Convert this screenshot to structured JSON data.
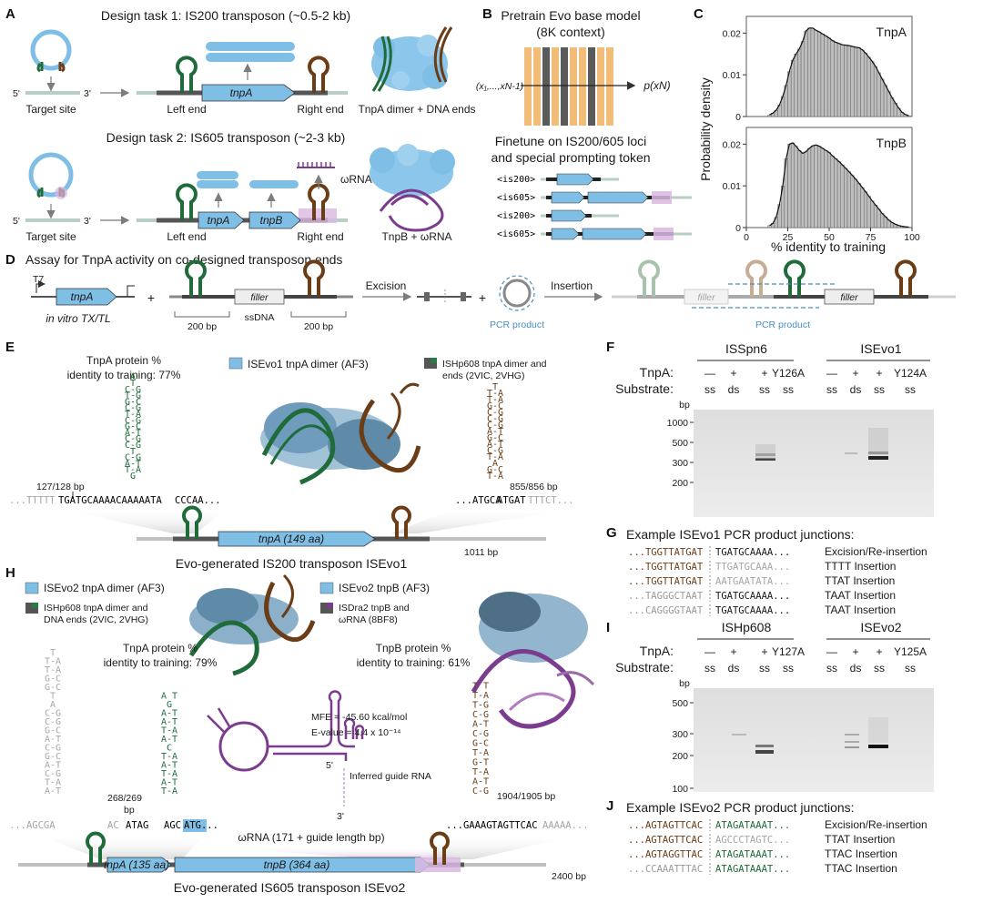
{
  "panels": {
    "a": "A",
    "b": "B",
    "c": "C",
    "d": "D",
    "e": "E",
    "f": "F",
    "g": "G",
    "h": "H",
    "i": "I",
    "j": "J"
  },
  "panel_a": {
    "task1_title": "Design task 1: IS200 transposon (~0.5-2 kb)",
    "task2_title": "Design task 2: IS605 transposon (~2-3 kb)",
    "five_prime": "5'",
    "three_prime": "3'",
    "target_site": "Target site",
    "left_end": "Left end",
    "right_end": "Right end",
    "tnpA": "tnpA",
    "tnpB": "tnpB",
    "omega_rna": "ωRNA",
    "tnpA_dimer_caption": "TnpA dimer + DNA ends",
    "tnpB_caption": "TnpB + ωRNA"
  },
  "panel_b": {
    "title_line1": "Pretrain Evo base model",
    "title_line2": "(8K context)",
    "input_label": "(x₁,...,xN-1)",
    "output_label": "p(xN)",
    "finetune_line1": "Finetune on IS200/605 loci",
    "finetune_line2": "and special prompting token",
    "tokens": [
      "<is200>",
      "<is605>",
      "<is200>",
      "<is605>"
    ]
  },
  "chart_data": {
    "type": "bar",
    "ylabel": "Probability density",
    "xlabel": "% identity to training",
    "x_ticks": [
      "0",
      "25",
      "50",
      "75",
      "100"
    ],
    "xlim": [
      0,
      100
    ],
    "series": [
      {
        "name": "TnpA",
        "y_ticks": [
          "0",
          "0.01",
          "0.02"
        ],
        "ylim": [
          0,
          0.024
        ],
        "x": [
          14,
          16,
          18,
          20,
          22,
          24,
          26,
          28,
          30,
          32,
          34,
          36,
          38,
          40,
          42,
          44,
          46,
          48,
          50,
          52,
          54,
          56,
          58,
          60,
          62,
          64,
          66,
          68,
          70,
          72,
          74,
          76,
          78,
          80,
          82,
          84,
          86,
          88,
          90,
          92,
          94,
          96,
          98
        ],
        "values": [
          0.0004,
          0.0008,
          0.0015,
          0.0028,
          0.0048,
          0.0075,
          0.0108,
          0.0135,
          0.015,
          0.0162,
          0.018,
          0.0205,
          0.0212,
          0.0212,
          0.0207,
          0.0203,
          0.0198,
          0.0193,
          0.0188,
          0.0182,
          0.0178,
          0.0175,
          0.0172,
          0.0171,
          0.017,
          0.0168,
          0.0166,
          0.0165,
          0.016,
          0.0152,
          0.0142,
          0.0132,
          0.012,
          0.0105,
          0.009,
          0.0075,
          0.006,
          0.0045,
          0.0032,
          0.002,
          0.001,
          0.0005,
          0.0002
        ]
      },
      {
        "name": "TnpB",
        "y_ticks": [
          "0",
          "0.01",
          "0.02"
        ],
        "ylim": [
          0,
          0.024
        ],
        "x": [
          14,
          16,
          18,
          20,
          22,
          24,
          26,
          28,
          30,
          32,
          34,
          36,
          38,
          40,
          42,
          44,
          46,
          48,
          50,
          52,
          54,
          56,
          58,
          60,
          62,
          64,
          66,
          68,
          70,
          72,
          74,
          76,
          78,
          80,
          82,
          84,
          86,
          88,
          90,
          92,
          94,
          96,
          98
        ],
        "values": [
          0.0005,
          0.001,
          0.0025,
          0.0055,
          0.01,
          0.0165,
          0.02,
          0.0203,
          0.0195,
          0.0185,
          0.0178,
          0.0182,
          0.019,
          0.0196,
          0.0198,
          0.0195,
          0.019,
          0.0185,
          0.018,
          0.0172,
          0.0165,
          0.0158,
          0.015,
          0.0142,
          0.0134,
          0.0125,
          0.0116,
          0.0106,
          0.0096,
          0.0086,
          0.0075,
          0.0064,
          0.0054,
          0.0044,
          0.0034,
          0.0026,
          0.0018,
          0.0012,
          0.0008,
          0.0005,
          0.0003,
          0.0002,
          0.0001
        ]
      }
    ]
  },
  "panel_d": {
    "title": "Assay for TnpA activity on co-designed transposon ends",
    "t7": "T7",
    "tnpA": "tnpA",
    "txtl": "in vitro TX/TL",
    "plus": "+",
    "filler": "filler",
    "bp200_left": "200 bp",
    "ssdna": "ssDNA",
    "bp200_right": "200 bp",
    "excision": "Excision",
    "insertion": "Insertion",
    "pcr_product_1": "PCR product",
    "pcr_product_2": "PCR product"
  },
  "panel_e": {
    "identity_line1": "TnpA protein %",
    "identity_line2": "identity to training: 77%",
    "legend_isevo1": "ISEvo1 tnpA dimer (AF3)",
    "legend_ishp608_line1": "ISHp608 tnpA dimer and",
    "legend_ishp608_line2": "ends (2VIC, 2VHG)",
    "left_pos": "127/128 bp",
    "left_seq_grey": "...TTTTT",
    "left_seq_main": "TGATGCAAAACAAAAATA",
    "left_seq_end": "CCCAA...",
    "right_pos": "855/856 bp",
    "right_seq_main": "...ATGCA",
    "right_seq_mid": "ATGAT",
    "right_seq_grey": "TTTCT...",
    "tnpA_label": "tnpA (149 aa)",
    "length": "1011 bp",
    "caption": "Evo-generated IS200 transposon ISEvo1",
    "left_hairpin": [
      "A",
      "T",
      "C-G",
      "T-G",
      "G-C",
      "C-G",
      "T-A",
      "C-G",
      "G-C",
      "A-T",
      "C-G",
      "C-G",
      "T",
      "C-G",
      "A-T",
      "T-A",
      "G"
    ],
    "right_hairpin": [
      "T",
      "T-A",
      "T-A",
      "G-C",
      "C-G",
      "C-G",
      "C-G",
      "A-T",
      "G-C",
      "A-T",
      "C-G",
      "T-A",
      "A",
      "G-C",
      "T-A"
    ]
  },
  "panel_f": {
    "group1": "ISSpn6",
    "group2": "ISEvo1",
    "tnpa_label": "TnpA:",
    "substrate_label": "Substrate:",
    "bp_label": "bp",
    "markers": [
      "1000",
      "500",
      "300",
      "200"
    ],
    "lanes": [
      {
        "tnpa": "—",
        "substrate": "ss"
      },
      {
        "tnpa": "+",
        "substrate": "ds"
      },
      {
        "tnpa": "+",
        "substrate": "ss"
      },
      {
        "tnpa": "Y126A",
        "substrate": "ss"
      },
      {
        "tnpa": "—",
        "substrate": "ss"
      },
      {
        "tnpa": "+",
        "substrate": "ds"
      },
      {
        "tnpa": "+",
        "substrate": "ss"
      },
      {
        "tnpa": "Y124A",
        "substrate": "ss"
      }
    ]
  },
  "panel_g": {
    "title": "Example ISEvo1 PCR product junctions:",
    "rows": [
      {
        "left": "...TGGTTATGAT",
        "right": "TGATGCAAAA...",
        "label": "Excision/Re-insertion"
      },
      {
        "left": "...TGGTTATGAT",
        "right": "TTGATGCAAA...",
        "label": "TTTT Insertion"
      },
      {
        "left": "...TGGTTATGAT",
        "right": "AATGAATATA...",
        "label": "TTAT Insertion"
      },
      {
        "left": "...TAGGGCTAAT",
        "right": "TGATGCAAAA...",
        "label": "TAAT Insertion"
      },
      {
        "left": "...CAGGGGTAAT",
        "right": "TGATGCAAAA...",
        "label": "TAAT Insertion"
      }
    ]
  },
  "panel_h": {
    "legend_isevo2_tnpa": "ISEvo2 tnpA dimer (AF3)",
    "legend_ishp608_line1": "ISHp608 tnpA dimer and",
    "legend_ishp608_line2": "DNA ends (2VIC, 2VHG)",
    "legend_isevo2_tnpb": "ISEvo2 tnpB (AF3)",
    "legend_isdra2_line1": "ISDra2 tnpB and",
    "legend_isdra2_line2": "ωRNA (8BF8)",
    "tnpa_identity_line1": "TnpA protein %",
    "tnpa_identity_line2": "identity to training: 79%",
    "tnpb_identity_line1": "TnpB protein %",
    "tnpb_identity_line2": "identity to training: 61%",
    "mfe": "MFE = -45.60 kcal/mol",
    "evalue": "E-value = 4.4 x 10⁻¹⁴",
    "five_prime": "5'",
    "three_prime": "3'",
    "guide_rna": "Inferred guide RNA",
    "omega_caption": "ωRNA (171 + guide length bp)",
    "left_pos": "268/269",
    "left_pos_bp": "bp",
    "left_seq_a": "...AGCGA",
    "left_seq_b": "AC",
    "left_seq_c": "ATAG",
    "left_seq_d": "AGC",
    "left_seq_e": "ATG...",
    "right_pos": "1904/1905 bp",
    "right_seq_a": "...GAAAG",
    "right_seq_b": "TAGTTCAC",
    "right_seq_c": "AAAAA...",
    "tnpa_label": "tnpA (135 aa)",
    "tnpb_label": "tnpB (364 aa)",
    "length": "2400 bp",
    "caption": "Evo-generated IS605 transposon ISEvo2",
    "grey_hairpin": [
      "T",
      "T-A",
      "T-A",
      "G-C",
      "G-C",
      "T",
      "A",
      "C-G",
      "C-G",
      "G-C",
      "A-T",
      "C-G",
      "G-C",
      "A-T",
      "C-G",
      "T-A",
      "A-T"
    ],
    "green_hairpin": [
      "A T",
      "G",
      "A-T",
      "A-T",
      "T-A",
      "A-T",
      "C",
      "T-A",
      "A-T",
      "T-A",
      "A-T",
      "T-A"
    ],
    "brown_hairpin": [
      "T T",
      "T-A",
      "T-G",
      "C-G",
      "A-T",
      "C-G",
      "G-C",
      "T-A",
      "G-T",
      "T-A",
      "A-T",
      "C-G"
    ]
  },
  "panel_i": {
    "group1": "ISHp608",
    "group2": "ISEvo2",
    "tnpa_label": "TnpA:",
    "substrate_label": "Substrate:",
    "bp_label": "bp",
    "markers": [
      "500",
      "300",
      "200",
      "100"
    ],
    "lanes": [
      {
        "tnpa": "—",
        "substrate": "ss"
      },
      {
        "tnpa": "+",
        "substrate": "ds"
      },
      {
        "tnpa": "+",
        "substrate": "ss"
      },
      {
        "tnpa": "Y127A",
        "substrate": "ss"
      },
      {
        "tnpa": "—",
        "substrate": "ss"
      },
      {
        "tnpa": "+",
        "substrate": "ds"
      },
      {
        "tnpa": "+",
        "substrate": "ss"
      },
      {
        "tnpa": "Y125A",
        "substrate": "ss"
      }
    ]
  },
  "panel_j": {
    "title": "Example ISEvo2 PCR product junctions:",
    "rows": [
      {
        "left": "...AGTAGTTCAC",
        "right": "ATAGATAAAT...",
        "label": "Excision/Re-insertion"
      },
      {
        "left": "...AGTAGTTCAC",
        "right": "AGCCCTAGTC...",
        "label": "TTAT Insertion"
      },
      {
        "left": "...AGTAGGTTAC",
        "right": "ATAGATAAAT...",
        "label": "TTAC Insertion"
      },
      {
        "left": "...CCAAATTTAC",
        "right": "ATAGATAAAT...",
        "label": "TTAC Insertion"
      }
    ]
  }
}
